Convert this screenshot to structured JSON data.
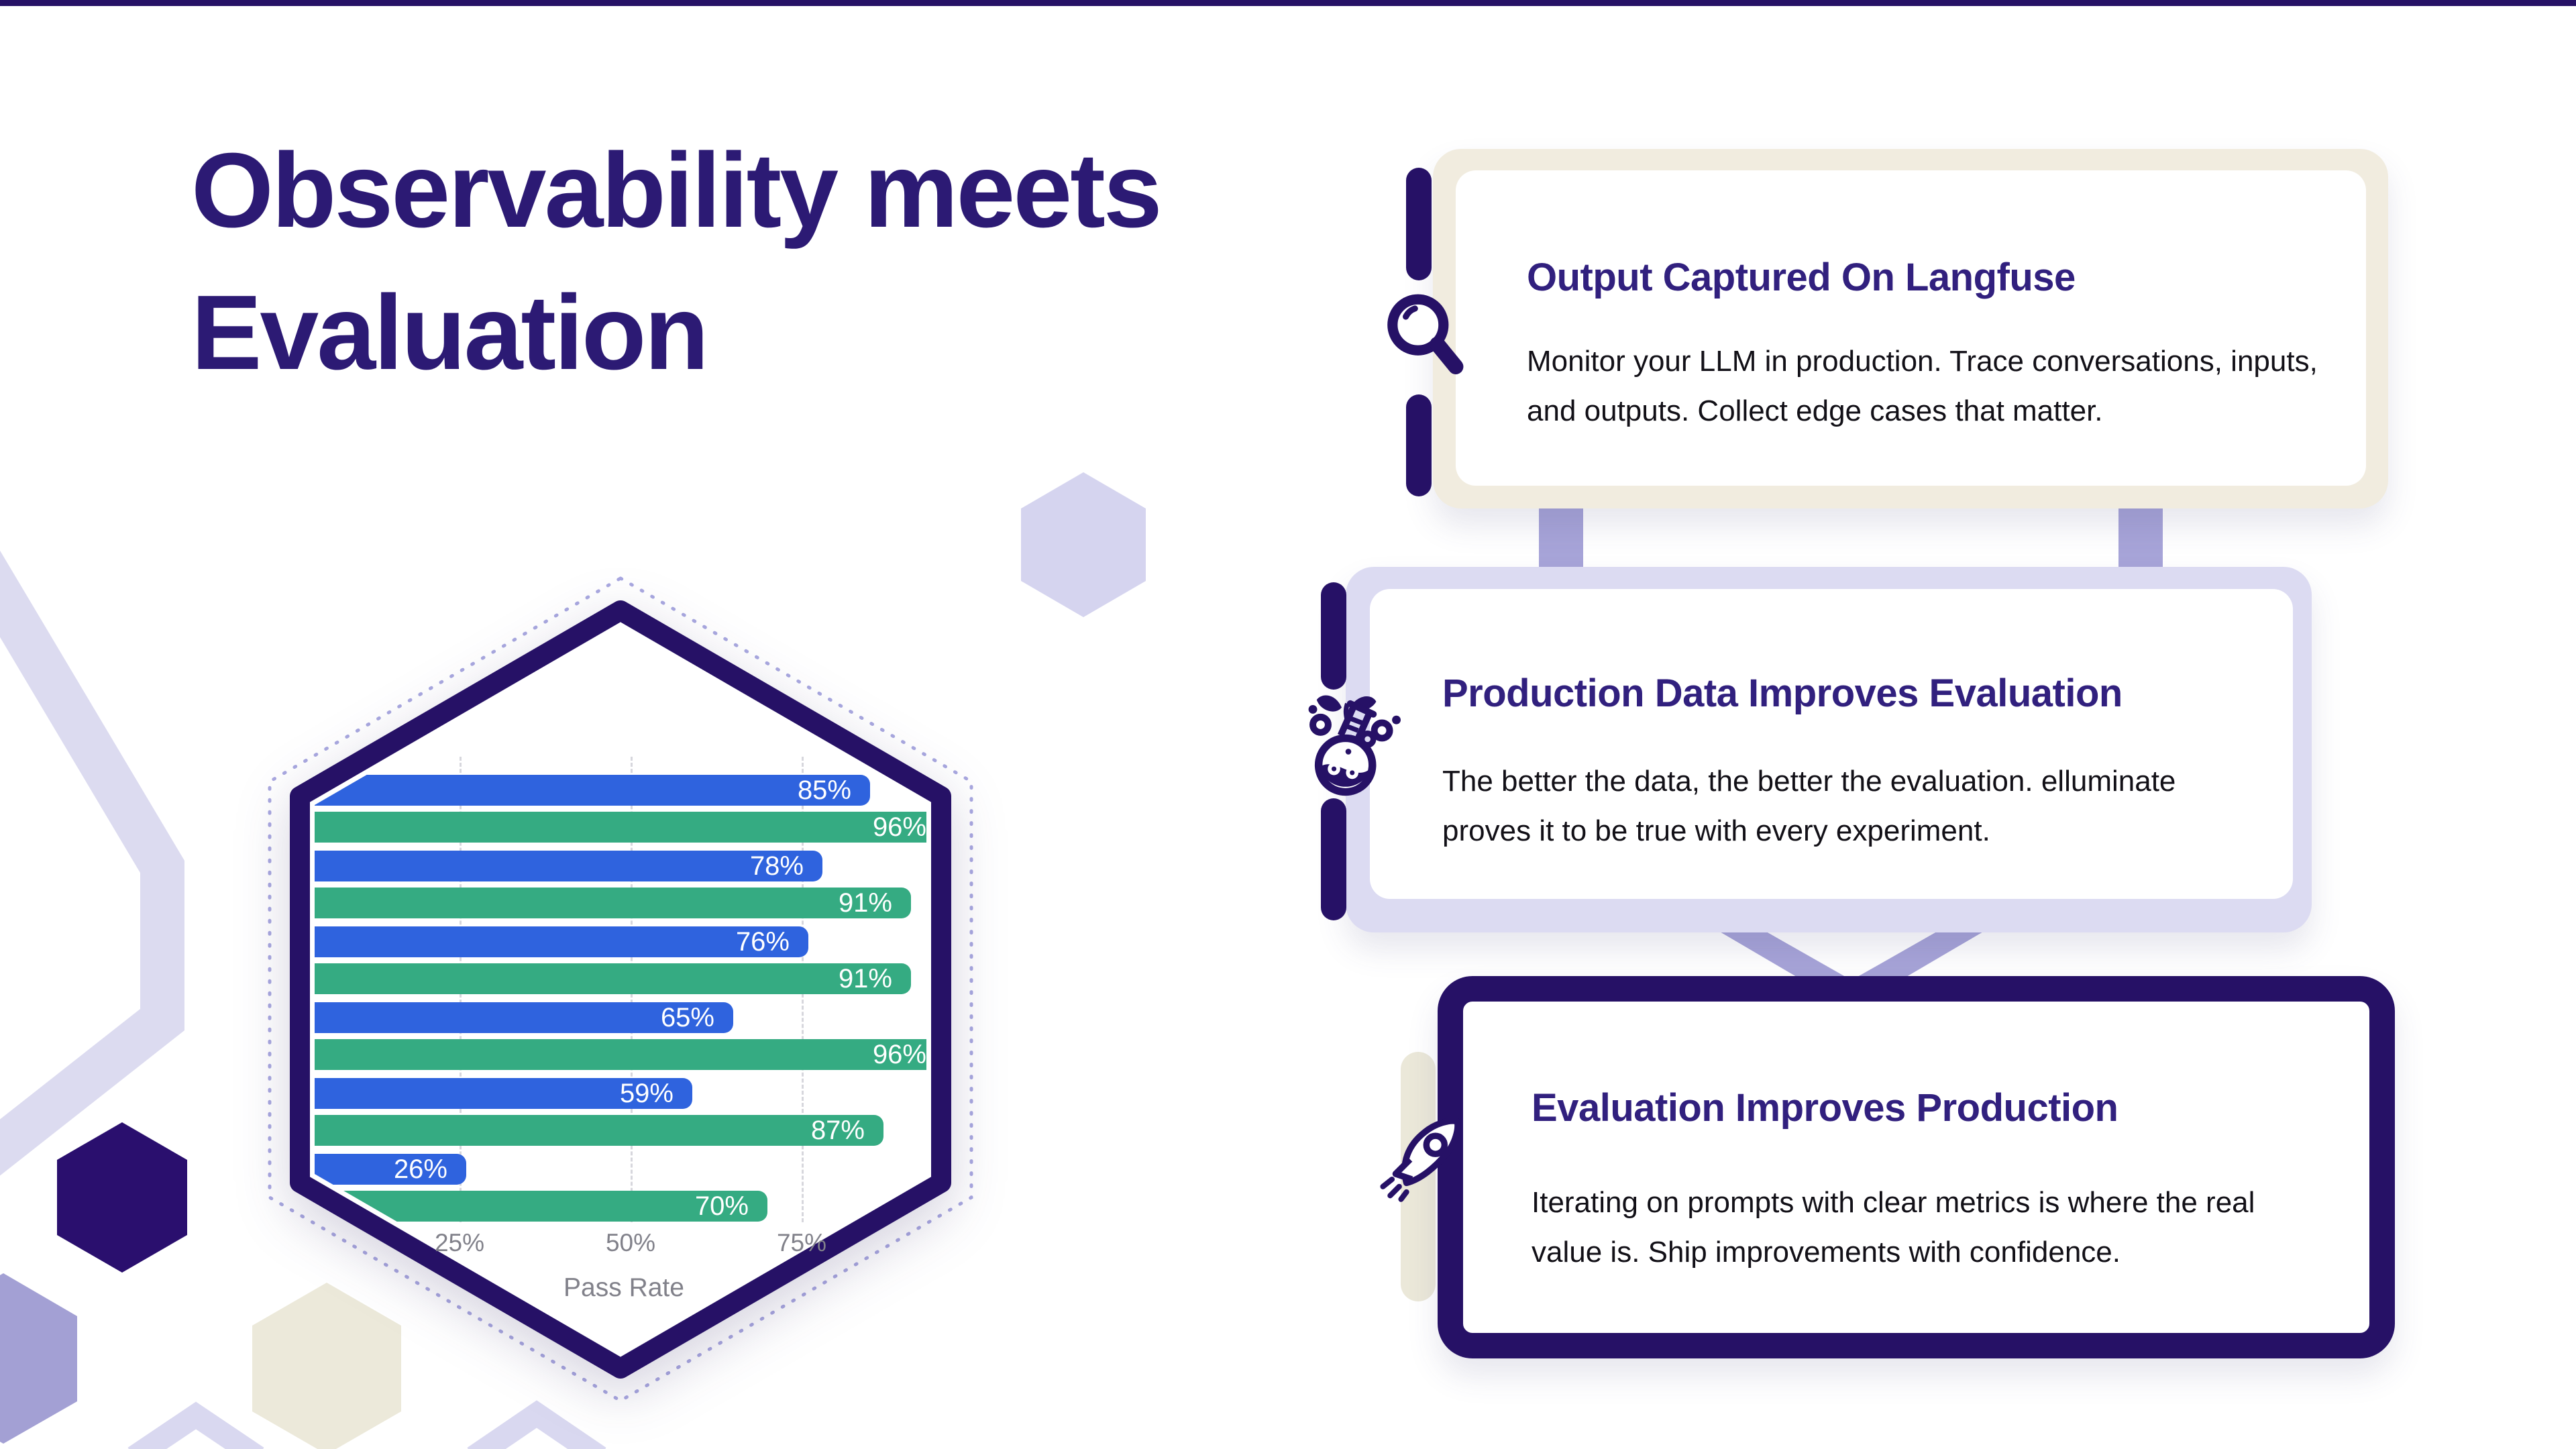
{
  "page": {
    "title_line1": "Observability meets",
    "title_line2": "Evaluation"
  },
  "colors": {
    "navy": "#261166",
    "title-purple": "#2c1a74",
    "card-title-purple": "#31207e",
    "body-text": "#121017",
    "bar-blue": "#2f63de",
    "bar-green": "#35ab82",
    "beige": "#f1ecdf",
    "lavender": "#dcdbf2",
    "periwinkle": "#a7a4d8",
    "axis-gray": "#81818a"
  },
  "chart_data": {
    "type": "bar",
    "orientation": "horizontal",
    "xlabel": "Pass Rate",
    "x_ticks": [
      "25%",
      "50%",
      "75%"
    ],
    "x_tick_values": [
      25,
      50,
      75
    ],
    "xlim": [
      0,
      100
    ],
    "grid": "dashed-vertical",
    "series": [
      {
        "name": "blue",
        "color": "#2f63de",
        "values": [
          85,
          78,
          76,
          65,
          59,
          26
        ]
      },
      {
        "name": "green",
        "color": "#35ab82",
        "values": [
          96,
          91,
          91,
          96,
          87,
          70
        ]
      }
    ],
    "value_label_suffix": "%"
  },
  "cards": [
    {
      "icon": "search-icon",
      "title": "Output Captured On Langfuse",
      "body": "Monitor your LLM in production. Trace conversations, inputs, and outputs. Collect edge cases that matter."
    },
    {
      "icon": "flask-plant-icon",
      "title": "Production Data Improves Evaluation",
      "body": "The better the data, the better the evaluation. elluminate proves it to be true with every experiment."
    },
    {
      "icon": "rocket-icon",
      "title": "Evaluation Improves Production",
      "body": "Iterating on prompts with clear metrics is where the real value is. Ship improvements with confidence."
    }
  ]
}
